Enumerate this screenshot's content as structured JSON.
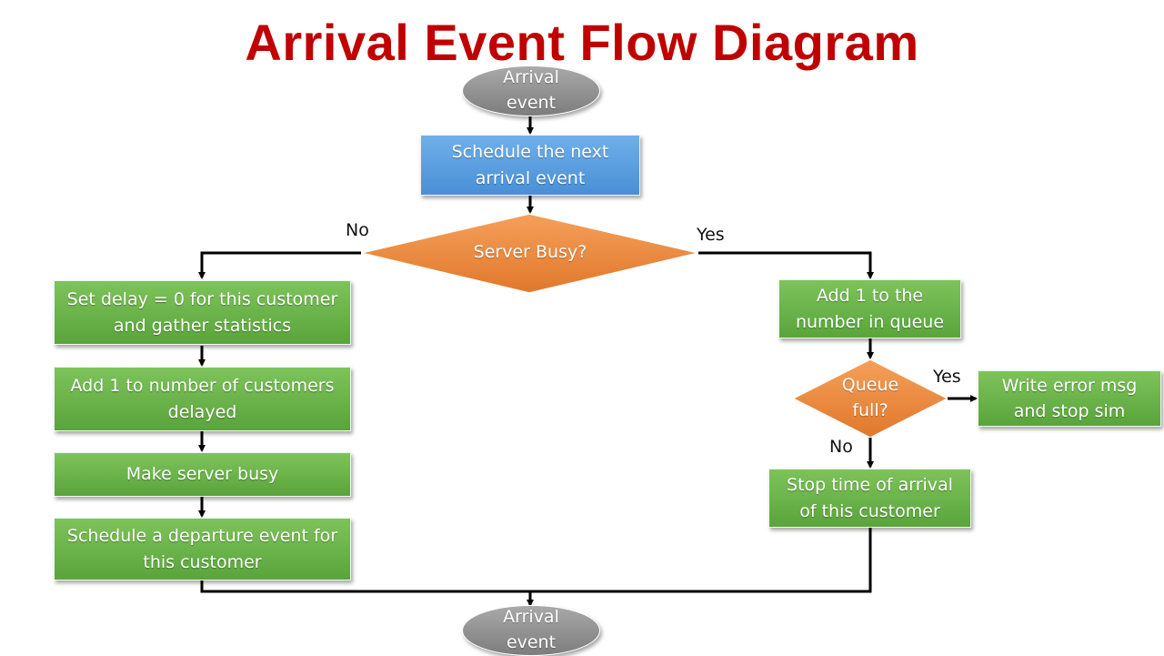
{
  "title": "Arrival Event Flow Diagram",
  "nodes": {
    "start": "Arrival event",
    "schedule_next": "Schedule the next arrival event",
    "server_busy": "Server Busy?",
    "set_delay": "Set delay = 0 for this customer and gather statistics",
    "add_delayed": "Add 1 to number of customers delayed",
    "make_busy": "Make server busy",
    "schedule_departure": "Schedule a departure event for this customer",
    "add_queue": "Add 1 to the number in queue",
    "queue_full": "Queue full?",
    "write_error": "Write error msg and stop sim",
    "store_time": "Stop time of arrival of this customer",
    "end": "Arrival event"
  },
  "branches": {
    "server_no": "No",
    "server_yes": "Yes",
    "queue_yes": "Yes",
    "queue_no": "No"
  },
  "colors": {
    "title": "#c00000",
    "process": "#6ab04c",
    "decision": "#ed7d31",
    "terminal": "#8c8c8c",
    "start_process": "#5b9bd5"
  }
}
